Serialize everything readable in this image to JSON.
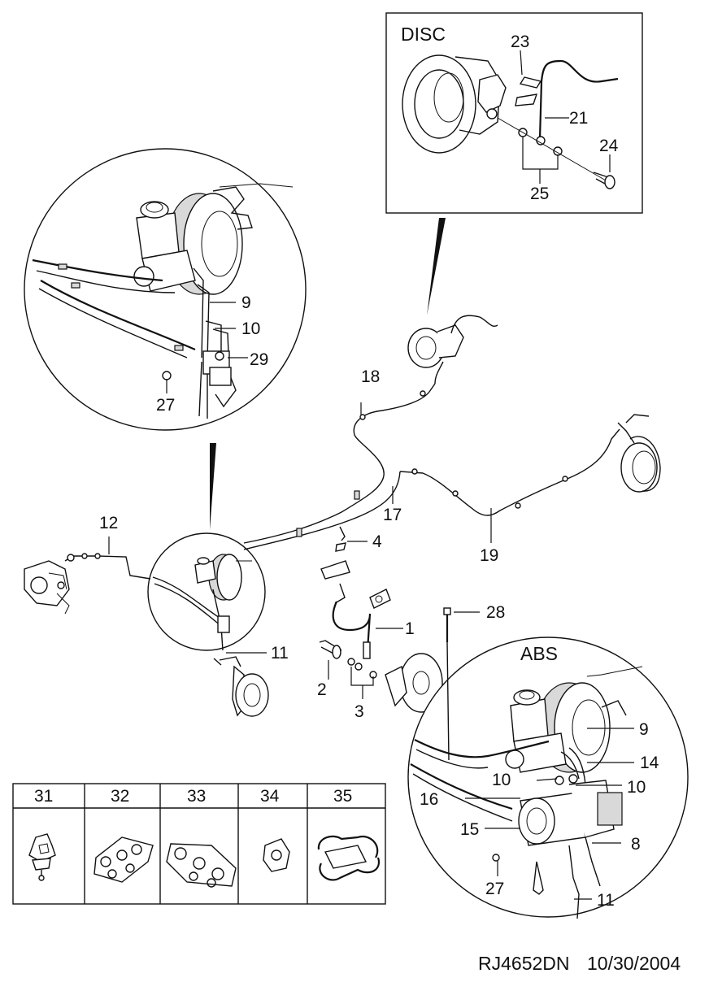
{
  "insets": {
    "disc_title": "DISC",
    "abs_title": "ABS"
  },
  "callouts": {
    "n1": "1",
    "n2": "2",
    "n3": "3",
    "n4": "4",
    "n8": "8",
    "n9": "9",
    "n10": "10",
    "n11": "11",
    "n12": "12",
    "n14": "14",
    "n15": "15",
    "n16": "16",
    "n17": "17",
    "n18": "18",
    "n19": "19",
    "n21": "21",
    "n23": "23",
    "n24": "24",
    "n25": "25",
    "n27": "27",
    "n28": "28",
    "n29": "29"
  },
  "clip_table": {
    "headers": [
      "31",
      "32",
      "33",
      "34",
      "35"
    ]
  },
  "footer": {
    "code": "RJ4652DN",
    "date": "10/30/2004"
  }
}
